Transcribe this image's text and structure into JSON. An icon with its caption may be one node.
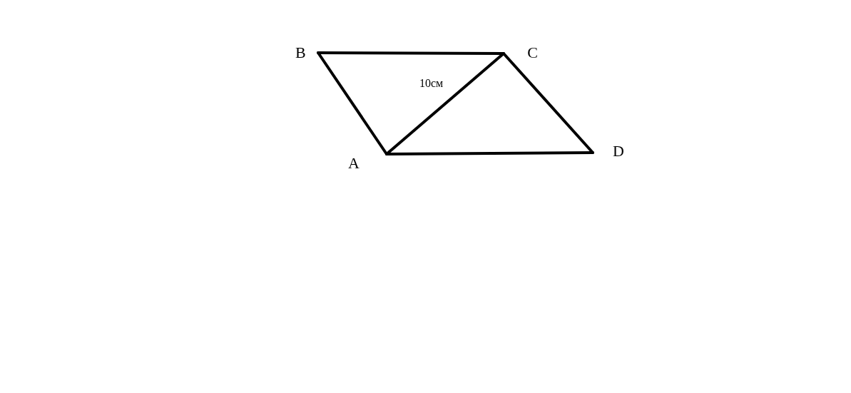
{
  "diagram": {
    "nodes": [
      {
        "text": [
          "B"
        ]
      },
      {
        "text": [
          "C"
        ]
      },
      {
        "text": [
          "A"
        ]
      },
      {
        "text": [
          "D"
        ]
      }
    ],
    "edges": [
      {
        "from": 0,
        "to": 1,
        "arrow": "none"
      },
      {
        "from": 0,
        "to": 2,
        "arrow": "none"
      },
      {
        "from": 2,
        "to": 1,
        "arrow": "none",
        "label": "10см"
      },
      {
        "from": 1,
        "to": 3,
        "arrow": "none"
      },
      {
        "from": 2,
        "to": 3,
        "arrow": "none"
      }
    ]
  }
}
